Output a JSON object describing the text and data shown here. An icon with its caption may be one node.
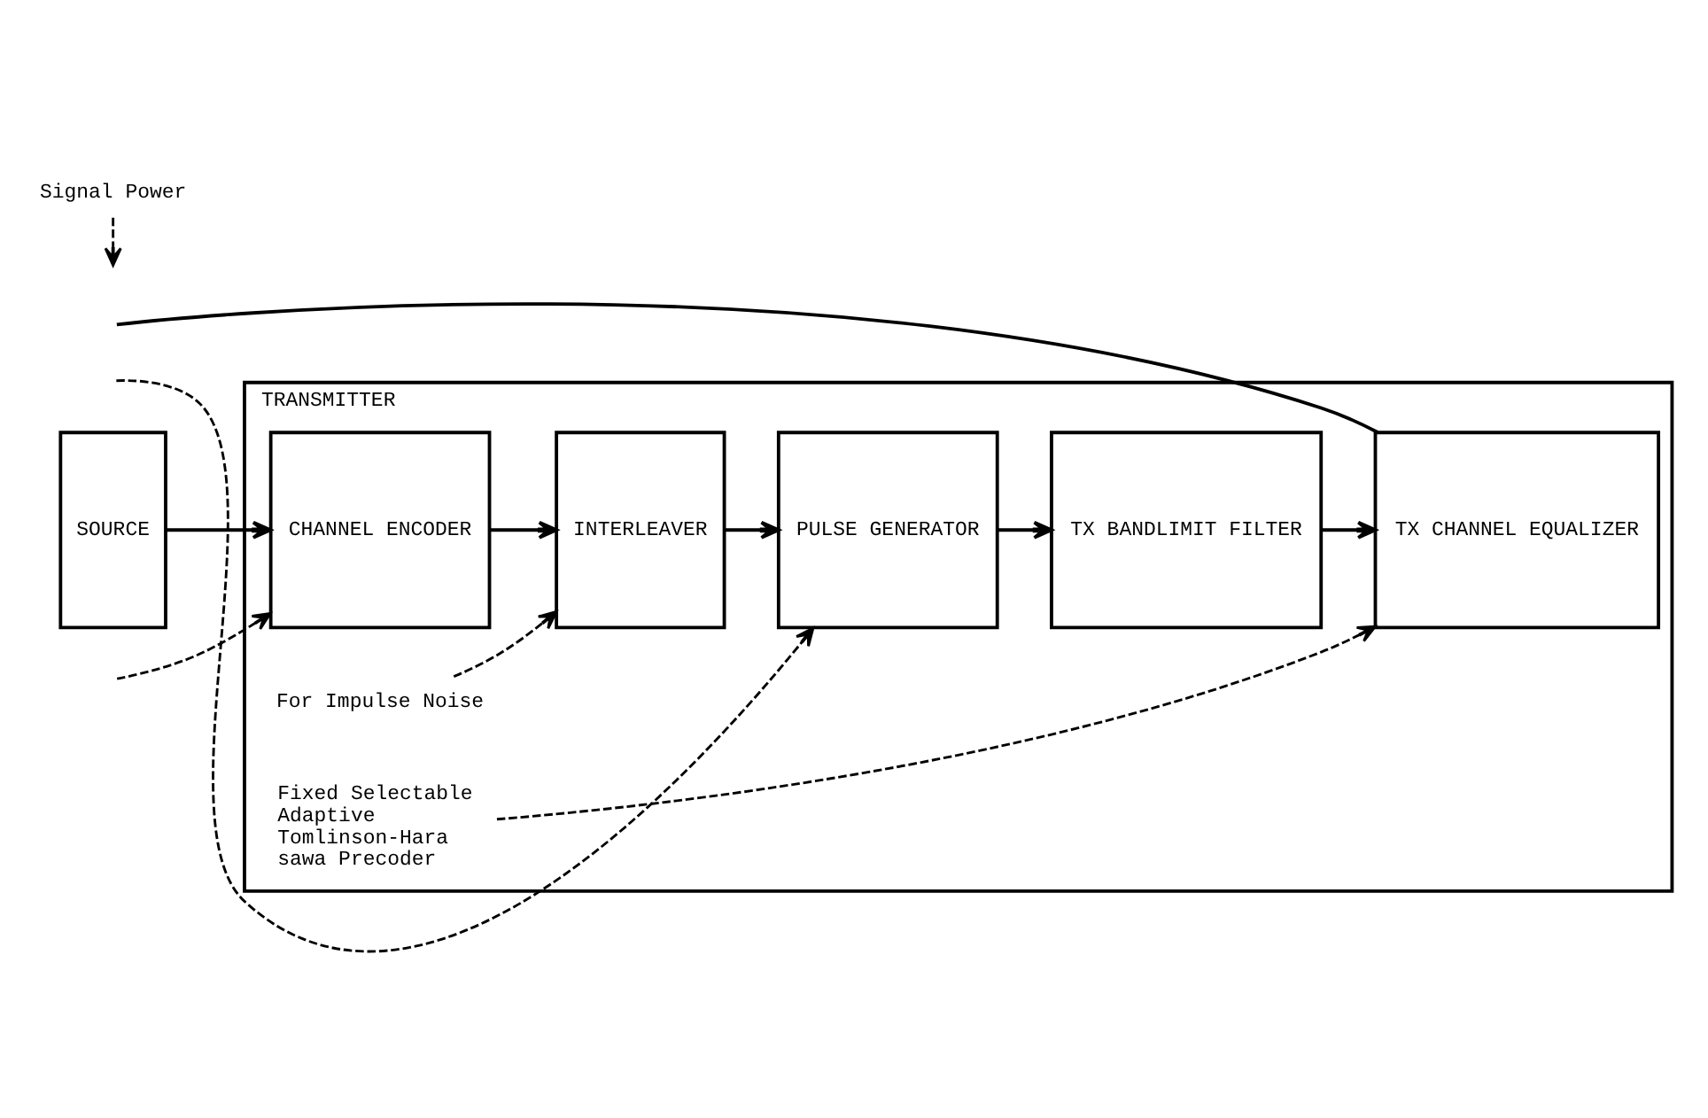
{
  "diagram": {
    "nodes": [
      {
        "text": [
          "TRANSMITTER"
        ]
      },
      {
        "text": [
          "SOURCE"
        ]
      },
      {
        "text": [
          "CHANNEL ENCODER"
        ],
        "in": 0
      },
      {
        "text": [
          "INTERLEAVER"
        ],
        "in": 0
      },
      {
        "text": [
          "PULSE GENERATOR"
        ],
        "in": 0
      },
      {
        "text": [
          "TX BANDLIMIT FILTER"
        ],
        "in": 0
      },
      {
        "text": [
          "TX CHANNEL EQUALIZER"
        ],
        "in": 0
      },
      {
        "text": [
          "For Impulse Noise"
        ],
        "in": 0
      },
      {
        "text": [
          "Fixed Selectable Adaptive Tomlinson-Hara sawa Precoder"
        ],
        "in": 0
      },
      {
        "text": [
          "Signal Power"
        ]
      }
    ],
    "edges": [
      {
        "from": 1,
        "to": 2,
        "arrow": "to"
      },
      {
        "from": 2,
        "to": 3,
        "arrow": "to"
      },
      {
        "from": 3,
        "to": 4,
        "arrow": "to"
      },
      {
        "from": 4,
        "to": 5,
        "arrow": "to"
      },
      {
        "from": 5,
        "to": 6,
        "arrow": "to"
      },
      {
        "from": 6,
        "to": null,
        "arrow": "none"
      },
      {
        "from": 7,
        "to": 3,
        "arrow": "to",
        "style": "dashed"
      },
      {
        "from": null,
        "to": 2,
        "arrow": "to",
        "style": "dashed"
      },
      {
        "from": null,
        "to": 4,
        "arrow": "to",
        "style": "dashed"
      },
      {
        "from": 8,
        "to": 6,
        "arrow": "to",
        "style": "dashed"
      },
      {
        "from": 9,
        "to": null,
        "arrow": "to",
        "style": "dashed"
      }
    ]
  }
}
